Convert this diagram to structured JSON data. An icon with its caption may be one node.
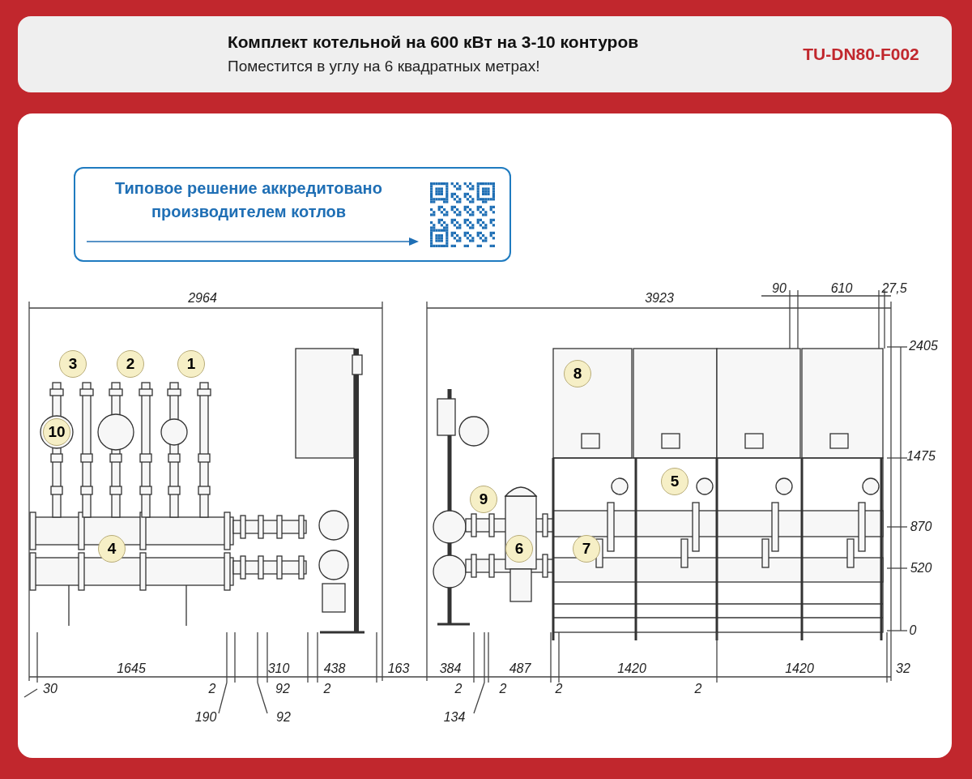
{
  "diagram": {
    "title": "Комплект котельной на 600 кВт на 3-10 контуров",
    "labels": [
      "Поместится в углу на 6 квадратных метрах!",
      "TU-DN80-F002",
      "Типовое решение аккредитовано производителем котлов",
      "90",
      "610",
      "27,5",
      "2964",
      "3923",
      "2405",
      "3",
      "2",
      "1",
      "8",
      "10",
      "1475",
      "5",
      "9",
      "870",
      "4",
      "6",
      "7",
      "520",
      "0",
      "1645",
      "310",
      "438",
      "163",
      "384",
      "487",
      "1420",
      "1420",
      "32",
      "30",
      "2",
      "92",
      "2",
      "2",
      "2",
      "2",
      "2",
      "190",
      "92",
      "134"
    ]
  }
}
